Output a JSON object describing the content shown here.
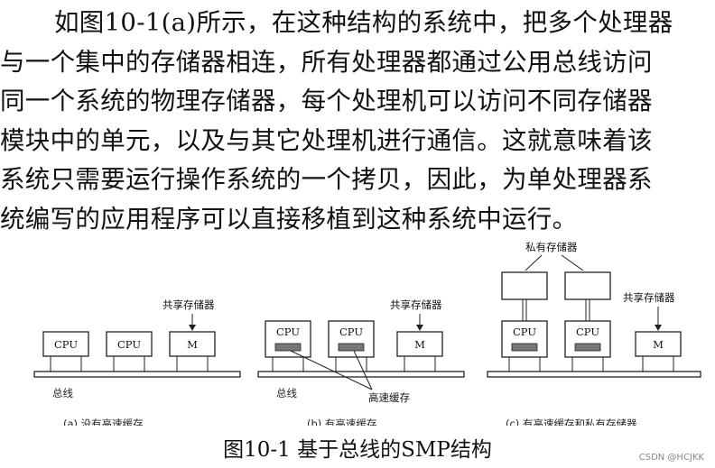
{
  "paragraph": {
    "lines": [
      "如图10-1(a)所示，在这种结构的系统中，把多个处理器",
      "与一个集中的存储器相连，所有处理器都通过公用总线访问",
      "同一个系统的物理存储器，每个处理机可以访问不同存储器",
      "模块中的单元，以及与其它处理机进行通信。这就意味着该",
      "系统只需要运行操作系统的一个拷贝，因此，为单处理器系",
      "统编写的应用程序可以直接移植到这种系统中运行。"
    ]
  },
  "figure": {
    "a": {
      "cpu1": "CPU",
      "cpu2": "CPU",
      "mem": "M",
      "shared_label": "共享存储器",
      "bus_label": "总线",
      "caption": "(a) 没有高速缓存"
    },
    "b": {
      "cpu1": "CPU",
      "cpu2": "CPU",
      "mem": "M",
      "shared_label": "共享存储器",
      "bus_label": "总线",
      "cache_label": "高速缓存",
      "caption": "(b) 有高速缓存"
    },
    "c": {
      "cpu1": "CPU",
      "cpu2": "CPU",
      "mem": "M",
      "private_label": "私有存储器",
      "shared_label": "共享存储器",
      "caption": "(c) 有高速缓存和私有存储器"
    }
  },
  "caption": "图10-1  基于总线的SMP结构",
  "watermark": "CSDN @HCJKK"
}
